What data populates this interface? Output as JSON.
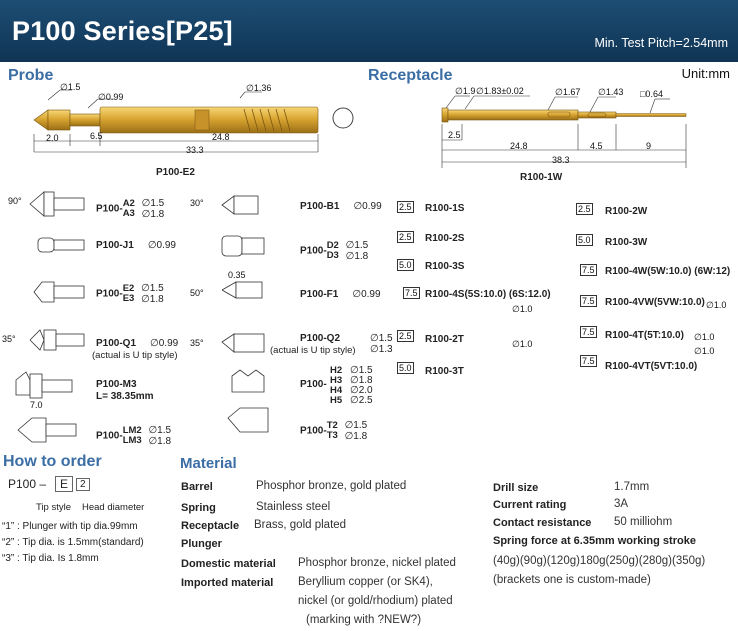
{
  "header": {
    "title": "P100 Series[P25]",
    "pitch": "Min. Test Pitch=2.54mm"
  },
  "unit": "Unit:mm",
  "probe": {
    "section": "Probe",
    "model": "P100-E2",
    "dims": {
      "d_tip": "∅1.5",
      "d_body": "∅0.99",
      "d_barrel": "∅1.36",
      "l1": "2.0",
      "l2": "6.5",
      "l3": "24.8",
      "total": "33.3"
    },
    "tips": [
      {
        "prefix": "P100-",
        "sub1": "A2",
        "sub2": "A3",
        "s1": "∅1.5",
        "s2": "∅1.8",
        "angle": "90°"
      },
      {
        "prefix": "P100-J1",
        "s1": "∅0.99"
      },
      {
        "prefix": "P100-",
        "sub1": "E2",
        "sub2": "E3",
        "s1": "∅1.5",
        "s2": "∅1.8"
      },
      {
        "prefix": "P100-Q1",
        "s1": "∅0.99",
        "note": "(actual is U tip style)",
        "angle": "35°"
      },
      {
        "prefix": "P100-M3",
        "note": "L= 38.35mm",
        "len": "7.0"
      },
      {
        "prefix": "P100-",
        "sub1": "LM2",
        "sub2": "LM3",
        "s1": "∅1.5",
        "s2": "∅1.8"
      },
      {
        "prefix": "P100-B1",
        "s1": "∅0.99",
        "angle": "30°"
      },
      {
        "prefix": "P100-",
        "sub1": "D2",
        "sub2": "D3",
        "s1": "∅1.5",
        "s2": "∅1.8"
      },
      {
        "prefix": "P100-F1",
        "s1": "∅0.99",
        "angle": "50°",
        "extra": "0.35"
      },
      {
        "prefix": "P100-Q2",
        "s1": "∅1.5",
        "s2": "∅1.3",
        "note": "(actual is U tip style)",
        "angle": "35°"
      },
      {
        "prefix": "P100-",
        "subs": [
          "H2",
          "H3",
          "H4",
          "H5"
        ],
        "sizes": [
          "∅1.5",
          "∅1.8",
          "∅2.0",
          "∅2.5"
        ]
      },
      {
        "prefix": "P100-",
        "sub1": "T2",
        "sub2": "T3",
        "s1": "∅1.5",
        "s2": "∅1.8"
      }
    ]
  },
  "receptacle": {
    "section": "Receptacle",
    "model": "R100-1W",
    "dims": {
      "d1": "∅1.9",
      "d2": "∅1.83±0.02",
      "d3": "∅1.67",
      "d4": "∅1.43",
      "sq": "□0.64",
      "l1": "2.5",
      "l2": "24.8",
      "l3": "4.5",
      "l4": "9",
      "total": "38.3"
    },
    "left": [
      {
        "box": "2.5",
        "label": "R100-1S"
      },
      {
        "box": "2.5",
        "label": "R100-2S"
      },
      {
        "box": "5.0",
        "label": "R100-3S"
      },
      {
        "box": "7.5",
        "label": "R100-4S(5S:10.0) (6S:12.0)"
      },
      {
        "box": "2.5",
        "label": "R100-2T",
        "pin": "∅1.0"
      },
      {
        "box": "5.0",
        "label": "R100-3T",
        "pin": "∅1.0"
      }
    ],
    "right": [
      {
        "box": "2.5",
        "label": "R100-2W"
      },
      {
        "box": "5.0",
        "label": "R100-3W"
      },
      {
        "box": "7.5",
        "label": "R100-4W(5W:10.0) (6W:12)"
      },
      {
        "box": "7.5",
        "label": "R100-4VW(5VW:10.0)",
        "pin": "∅1.0"
      },
      {
        "box": "7.5",
        "label": "R100-4T(5T:10.0)",
        "pin": "∅1.0"
      },
      {
        "box": "7.5",
        "label": "R100-4VT(5VT:10.0)",
        "pin": "∅1.0"
      }
    ]
  },
  "order": {
    "section": "How to order",
    "code_prefix": "P100 –",
    "code_e": "E",
    "code_n": "2",
    "tip_style": "Tip style",
    "head_dia": "Head diameter",
    "lines": [
      "“1” : Plunger with tip dia.99mm",
      "“2” : Tip dia. is 1.5mm(standard)",
      "“3” : Tip dia. Is 1.8mm"
    ]
  },
  "material": {
    "section": "Material",
    "rows": [
      {
        "label": "Barrel",
        "value": "Phosphor bronze, gold plated"
      },
      {
        "label": "Spring",
        "value": "Stainless steel"
      },
      {
        "label": "Receptacle",
        "value": "Brass, gold plated"
      },
      {
        "label": "Plunger",
        "value": ""
      },
      {
        "label": "Domestic material",
        "value": "Phosphor bronze, nickel plated"
      },
      {
        "label": "Imported material",
        "value": "Beryllium copper (or SK4),"
      }
    ],
    "extra": [
      "nickel (or gold/rhodium) plated",
      "(marking with ?NEW?)"
    ]
  },
  "specs": {
    "drill_label": "Drill size",
    "drill_value": "1.7mm",
    "current_label": "Current rating",
    "current_value": "3A",
    "contact_label": "Contact resistance",
    "contact_value": "50 milliohm",
    "spring_label": "Spring force at 6.35mm working stroke",
    "forces": "(40g)(90g)(120g)180g(250g)(280g)(350g)",
    "note": "(brackets one is custom-made)"
  },
  "colors": {
    "header": "#1d4d74",
    "accent": "#3b6ea5",
    "gold": "#d9a632",
    "gold_dark": "#a87a1a"
  }
}
